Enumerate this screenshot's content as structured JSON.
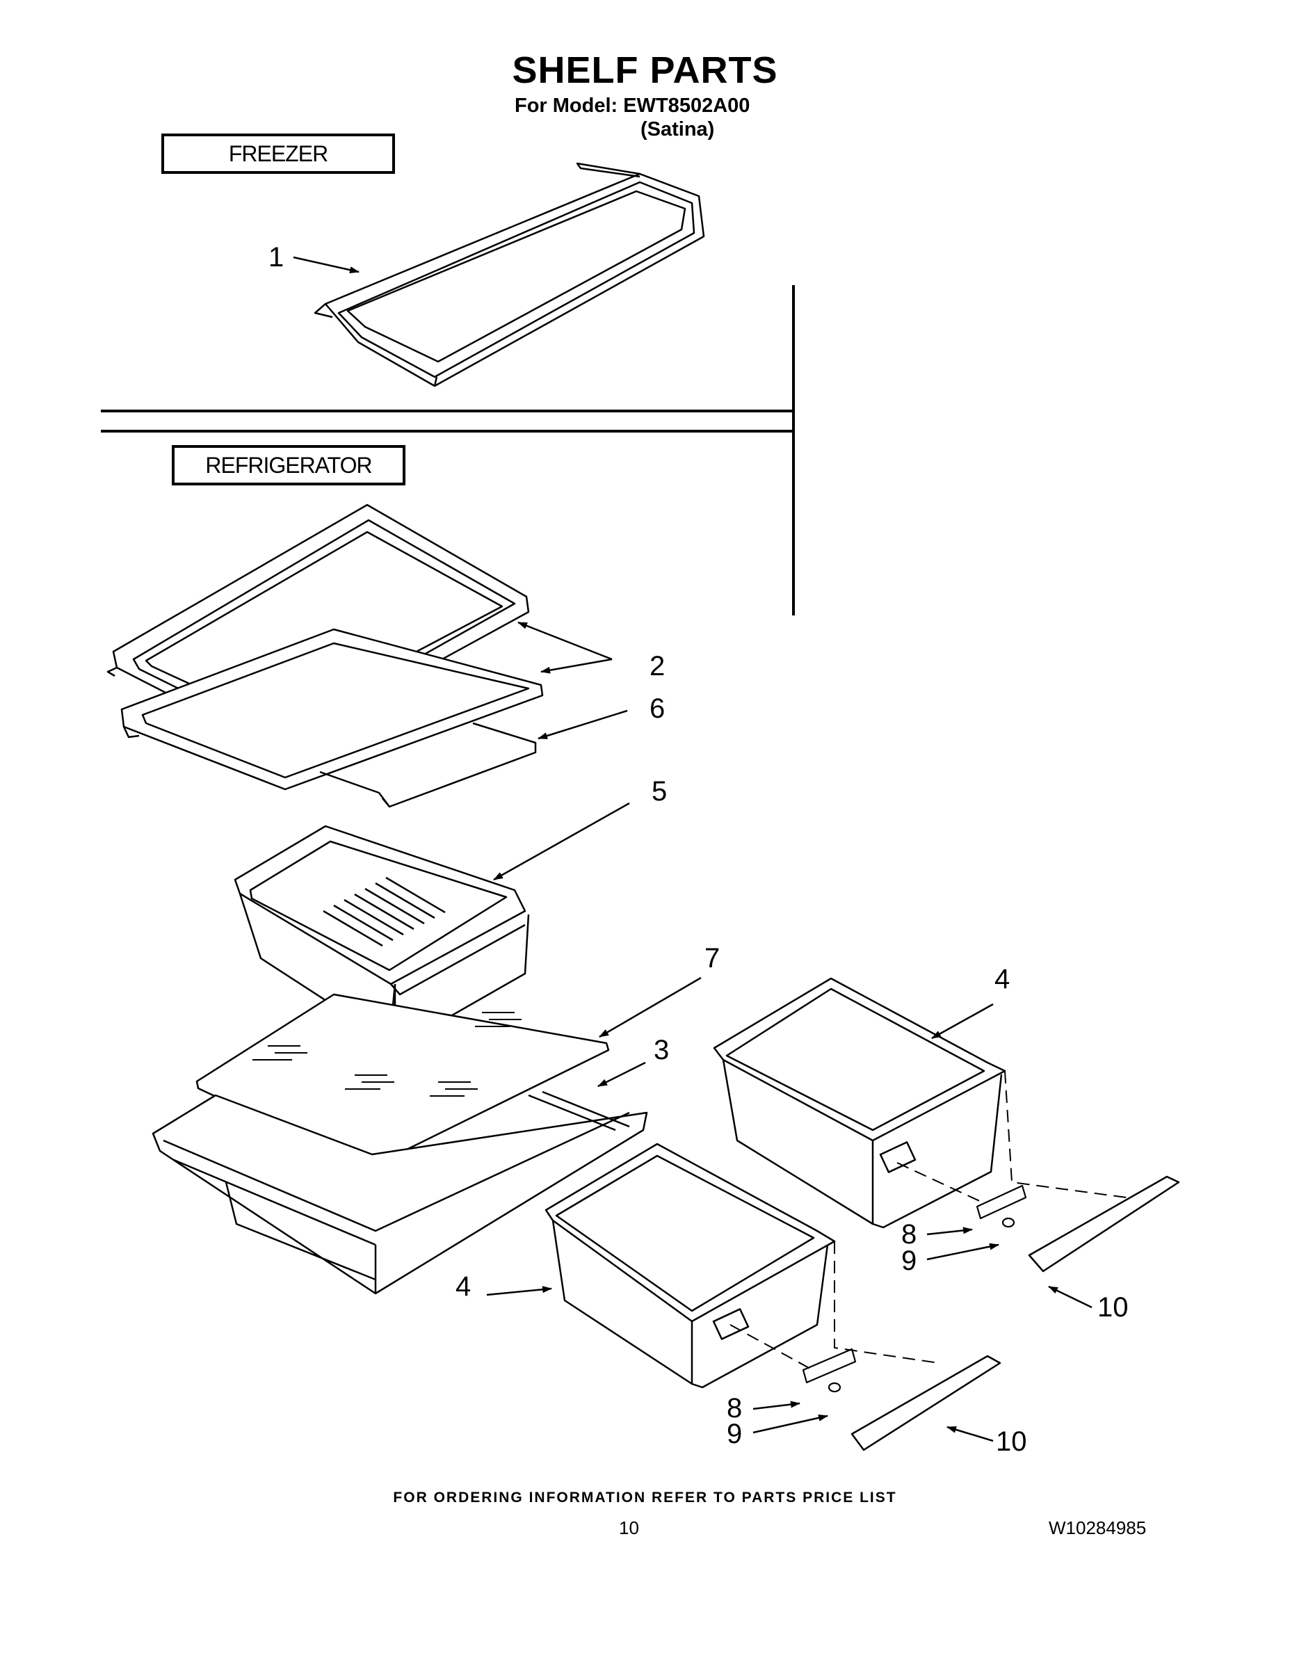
{
  "header": {
    "title": "SHELF PARTS",
    "model_line": "For Model: EWT8502A00",
    "variant": "(Satina)"
  },
  "sections": {
    "freezer": "FREEZER",
    "refrigerator": "REFRIGERATOR"
  },
  "callouts": {
    "c1": "1",
    "c2": "2",
    "c6": "6",
    "c5": "5",
    "c7": "7",
    "c3": "3",
    "c4_right": "4",
    "c4_left": "4",
    "c8_right": "8",
    "c9_right": "9",
    "c10_right": "10",
    "c8_left": "8",
    "c9_left": "9",
    "c10_left": "10"
  },
  "footer": {
    "ordering_note": "FOR ORDERING INFORMATION REFER TO PARTS PRICE LIST",
    "page_number": "10",
    "document_number": "W10284985"
  }
}
